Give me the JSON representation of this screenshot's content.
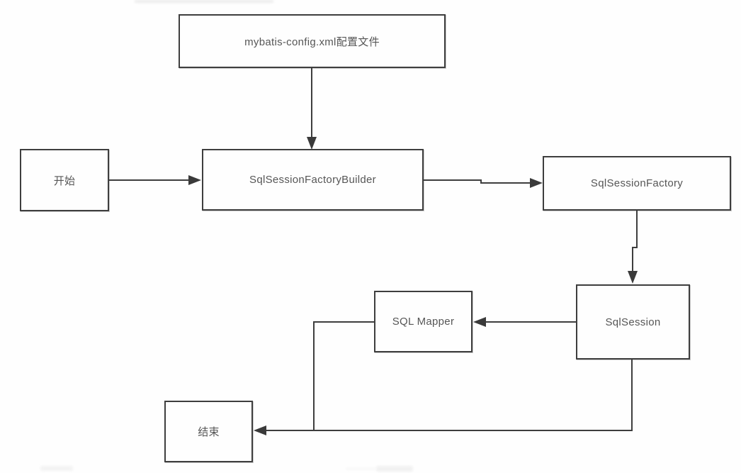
{
  "page": {
    "background_color": "#ffffff"
  },
  "diagram": {
    "type": "flowchart",
    "stroke_color": "#3e3e3e",
    "text_color": "#565656",
    "nodes": {
      "config": {
        "label": "mybatis-config.xml配置文件"
      },
      "start": {
        "label": "开始"
      },
      "builder": {
        "label": "SqlSessionFactoryBuilder"
      },
      "factory": {
        "label": "SqlSessionFactory"
      },
      "session": {
        "label": "SqlSession"
      },
      "mapper": {
        "label": "SQL Mapper"
      },
      "end": {
        "label": "结束"
      }
    },
    "edges": [
      {
        "from": "config",
        "to": "builder",
        "arrow": true,
        "direction": "down"
      },
      {
        "from": "start",
        "to": "builder",
        "arrow": true,
        "direction": "right"
      },
      {
        "from": "builder",
        "to": "factory",
        "arrow": true,
        "direction": "right"
      },
      {
        "from": "factory",
        "to": "session",
        "arrow": true,
        "direction": "down"
      },
      {
        "from": "session",
        "to": "mapper",
        "arrow": true,
        "direction": "left"
      },
      {
        "from": "session",
        "to": "end",
        "arrow": true,
        "direction": "down-left"
      },
      {
        "from": "mapper",
        "to": "end",
        "arrow": true,
        "direction": "left-down",
        "note": "joins session-to-end line"
      }
    ]
  }
}
